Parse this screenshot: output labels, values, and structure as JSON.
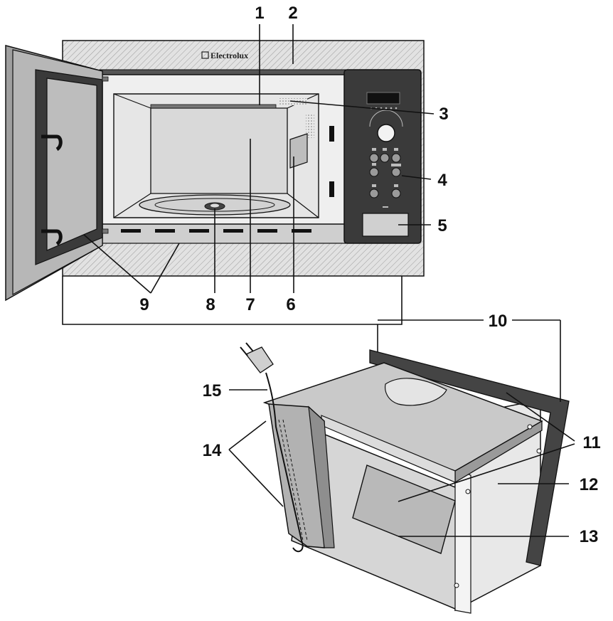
{
  "brand": {
    "name": "Electrolux"
  },
  "callouts": [
    {
      "id": "1",
      "label": "1"
    },
    {
      "id": "2",
      "label": "2"
    },
    {
      "id": "3",
      "label": "3"
    },
    {
      "id": "4",
      "label": "4"
    },
    {
      "id": "5",
      "label": "5"
    },
    {
      "id": "6",
      "label": "6"
    },
    {
      "id": "7",
      "label": "7"
    },
    {
      "id": "8",
      "label": "8"
    },
    {
      "id": "9",
      "label": "9"
    },
    {
      "id": "10",
      "label": "10"
    },
    {
      "id": "11",
      "label": "11"
    },
    {
      "id": "12",
      "label": "12"
    },
    {
      "id": "13",
      "label": "13"
    },
    {
      "id": "14",
      "label": "14"
    },
    {
      "id": "15",
      "label": "15"
    }
  ],
  "colors": {
    "panel": "#3a3a3a",
    "frame": "#d6d6d6",
    "cavity": "#e4e4e4",
    "line": "#111111"
  }
}
